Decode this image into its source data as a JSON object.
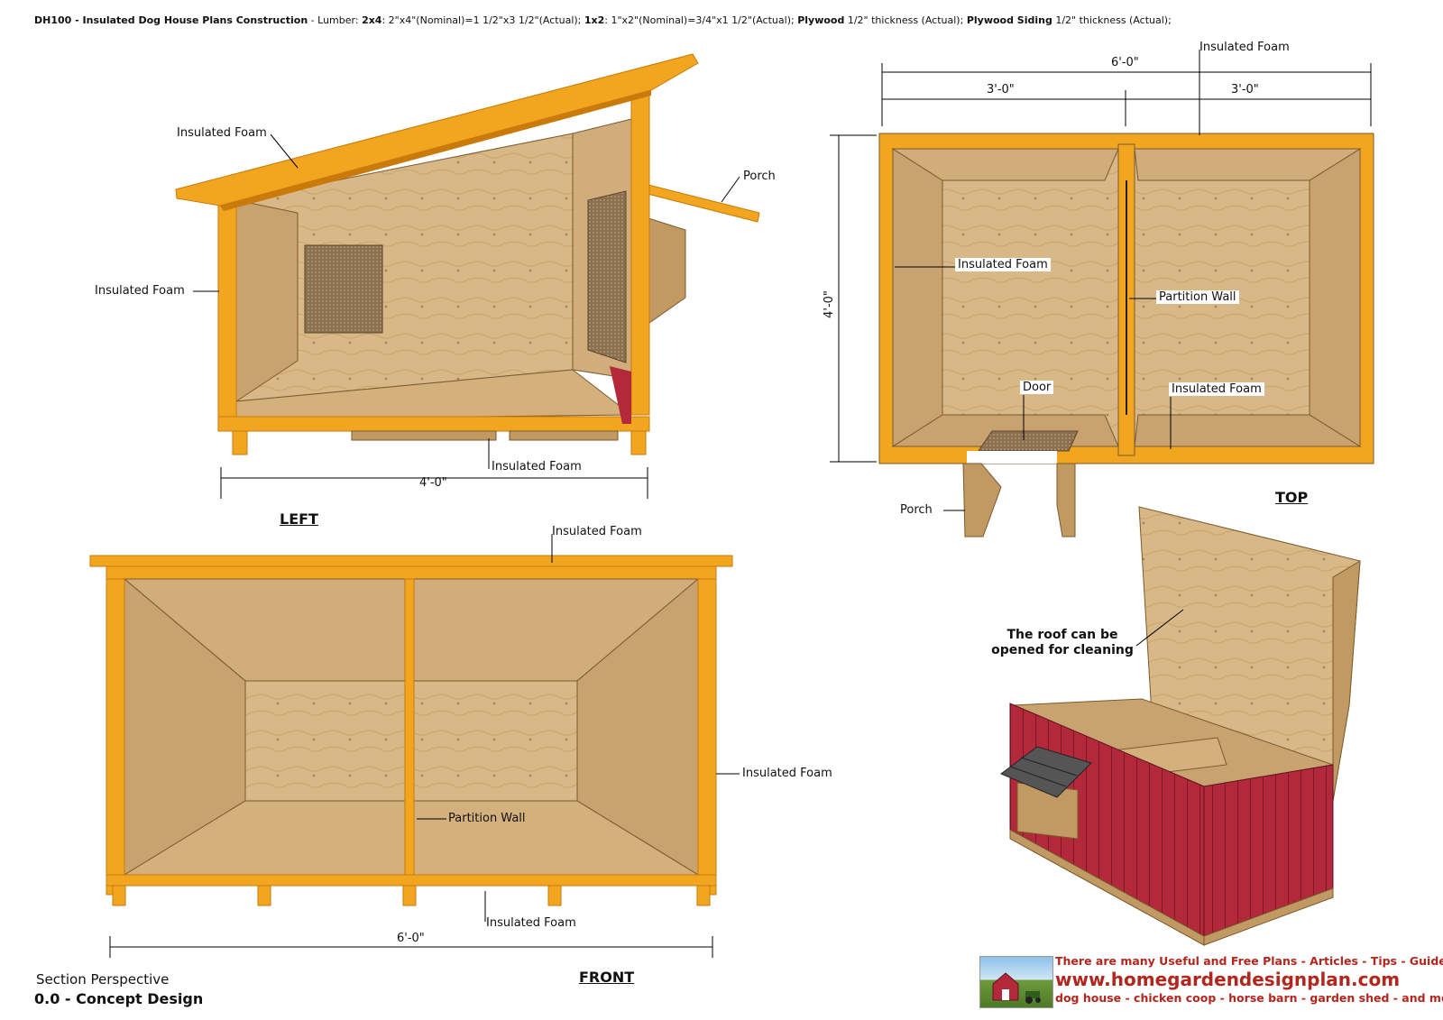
{
  "header": {
    "code": "DH100 - Insulated Dog House Plans Construction",
    "lumber_label": " - Lumber: ",
    "spec_2x4_name": "2x4",
    "spec_2x4": ": 2\"x4\"(Nominal)=1 1/2\"x3 1/2\"(Actual); ",
    "spec_1x2_name": "1x2",
    "spec_1x2": ": 1\"x2\"(Nominal)=3/4\"x1 1/2\"(Actual); ",
    "plywood_name": "Plywood",
    "plywood": " 1/2\" thickness (Actual); ",
    "siding_name": "Plywood Siding",
    "siding": " 1/2\" thickness (Actual);"
  },
  "left_view": {
    "title": "LEFT",
    "labels": {
      "roof_foam": "Insulated Foam",
      "wall_foam": "Insulated Foam",
      "floor_foam": "Insulated Foam",
      "porch": "Porch"
    },
    "dimension": "4'-0\""
  },
  "top_view": {
    "title": "TOP",
    "labels": {
      "top_foam": "Insulated Foam",
      "left_foam": "Insulated Foam",
      "partition": "Partition Wall",
      "door": "Door",
      "right_foam": "Insulated Foam",
      "porch": "Porch"
    },
    "dimensions": {
      "overall": "6'-0\"",
      "left_half": "3'-0\"",
      "right_half": "3'-0\"",
      "depth": "4'-0\""
    }
  },
  "front_view": {
    "title": "FRONT",
    "labels": {
      "roof_foam": "Insulated Foam",
      "side_foam": "Insulated Foam",
      "partition": "Partition Wall",
      "floor_foam": "Insulated Foam"
    },
    "dimension": "6'-0\""
  },
  "perspective": {
    "note_line1": "The roof can be",
    "note_line2": "opened for cleaning"
  },
  "footer": {
    "section": "Section Perspective",
    "design": "0.0 - Concept Design"
  },
  "branding": {
    "line1": "There are many Useful and Free Plans - Articles - Tips - Guide at:",
    "url": "www.homegardendesignplan.com",
    "line3": "dog house - chicken coop - horse barn - garden shed - and more"
  },
  "colors": {
    "lumber": "#f2a51f",
    "lumber_edge": "#c97a0a",
    "plywood": "#d9b887",
    "plywood_dark": "#c19a63",
    "siding": "#b3283a",
    "brand": "#b3261e"
  }
}
